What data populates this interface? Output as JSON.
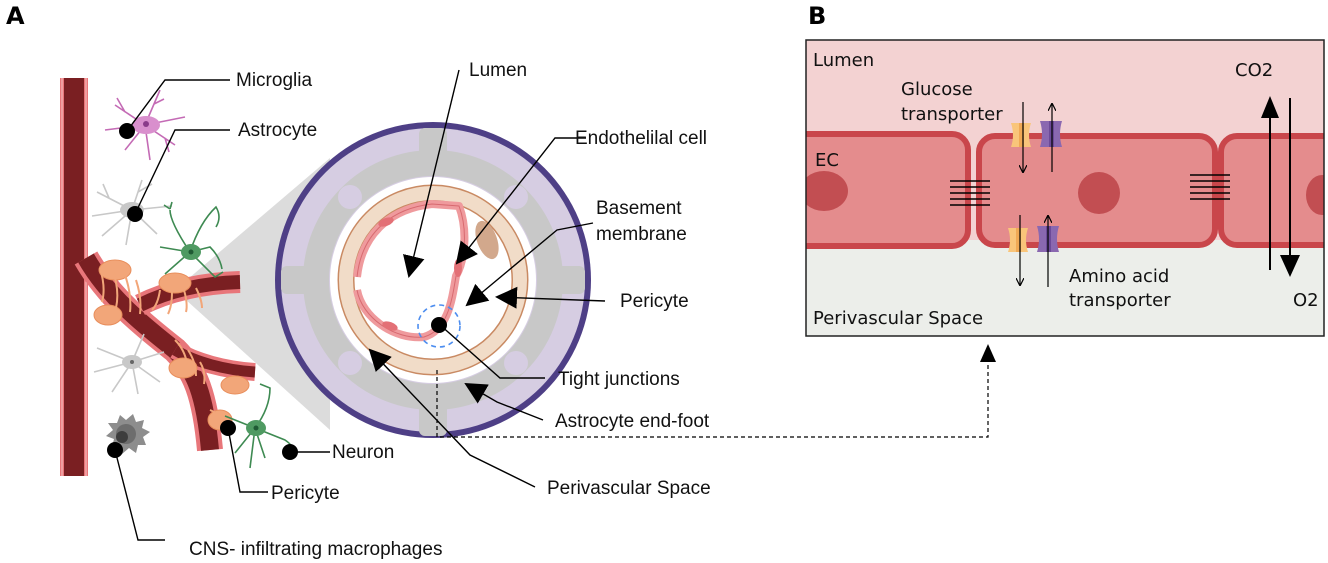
{
  "figure": {
    "panel_a": {
      "letter": "A",
      "left_labels": {
        "microglia": "Microglia",
        "astrocyte": "Astrocyte",
        "neuron": "Neuron",
        "pericyte": "Pericyte",
        "macrophages": "CNS- infiltrating macrophages"
      },
      "cross_section_labels": {
        "lumen": "Lumen",
        "endothelial_cell": "Endothelilal cell",
        "basement_membrane_line1": "Basement",
        "basement_membrane_line2": "membrane",
        "pericyte": "Pericyte",
        "tight_junctions": "Tight junctions",
        "astrocyte_end_foot": "Astrocyte end-foot",
        "perivascular_space": "Perivascular Space"
      }
    },
    "panel_b": {
      "letter": "B",
      "labels": {
        "lumen": "Lumen",
        "ec": "EC",
        "glucose_line1": "Glucose",
        "glucose_line2": "transporter",
        "amino_line1": "Amino acid",
        "amino_line2": "transporter",
        "co2": "CO2",
        "o2": "O2",
        "perivascular_space": "Perivascular Space"
      }
    },
    "colors": {
      "vessel_dark": "#7a1f22",
      "vessel_edge": "#e8767a",
      "microglia": "#c46bb5",
      "astrocyte": "#c8c8c8",
      "neuron": "#3e8a52",
      "pericyte": "#f2a679",
      "basement_fill": "#f1dcc8",
      "basement_stroke": "#c98a63",
      "endothelium": "#ef9a9d",
      "endfoot_gray": "#c8c8c8",
      "outer_ring": "#d6cde2",
      "outer_border": "#4e3f86",
      "cone_gray": "#dcdcdc",
      "lumen_pink": "#f3d2d2",
      "ec_fill": "#e48c8d",
      "ec_border": "#c9464b",
      "nucleus": "#c24e52",
      "perivascular_bg": "#eceeea",
      "glucose_transporter": "#f9c57a",
      "amino_transporter": "#8a68b0",
      "tight_junction_box": "#4d8ef0"
    }
  }
}
